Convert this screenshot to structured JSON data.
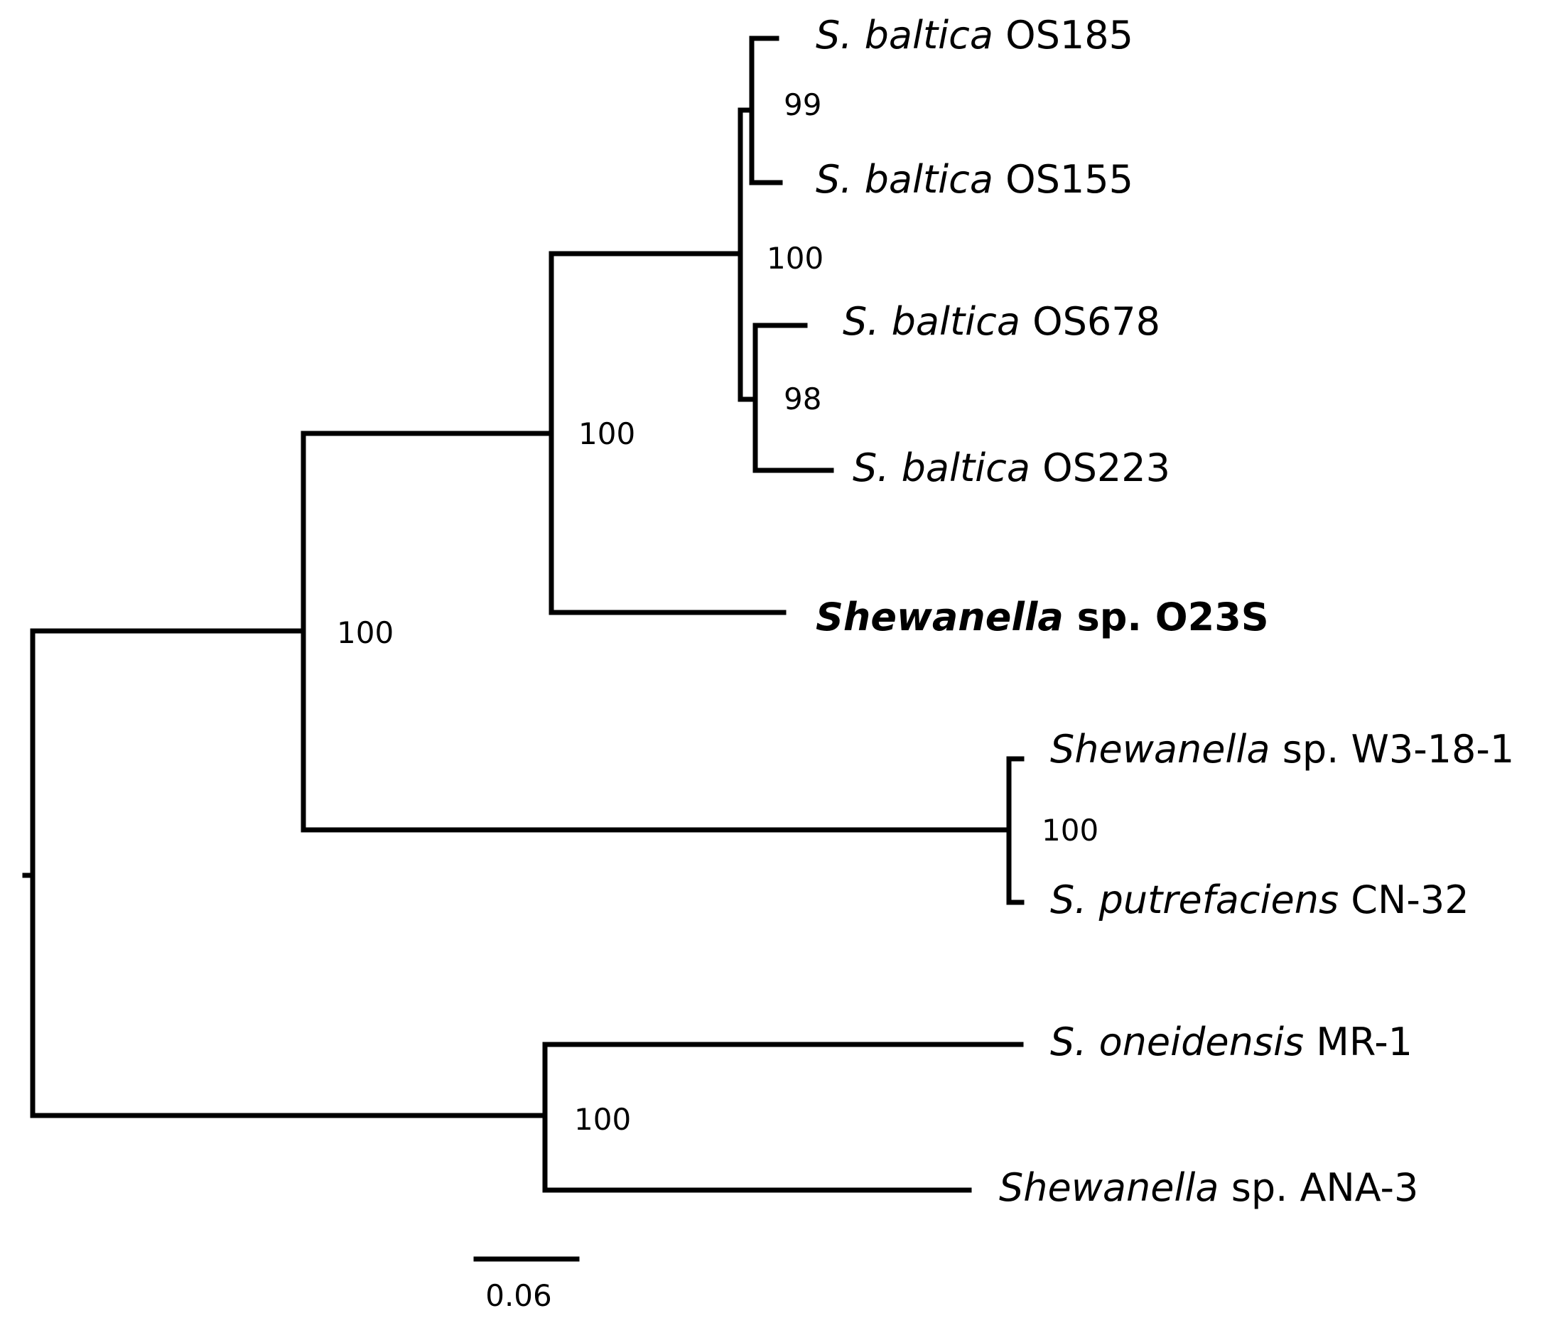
{
  "tree": {
    "taxa": [
      {
        "id": "t1",
        "italic": "S. baltica",
        "rest": "OS185",
        "bold": false
      },
      {
        "id": "t2",
        "italic": "S. baltica",
        "rest": "OS155",
        "bold": false
      },
      {
        "id": "t3",
        "italic": "S. baltica",
        "rest": "OS678",
        "bold": false
      },
      {
        "id": "t4",
        "italic": "S. baltica",
        "rest": "OS223",
        "bold": false
      },
      {
        "id": "t5",
        "italic": "Shewanella",
        "rest": "sp. O23S",
        "bold": true
      },
      {
        "id": "t6",
        "italic": "Shewanella",
        "rest": "sp. W3-18-1",
        "bold": false
      },
      {
        "id": "t7",
        "italic": "S. putrefaciens",
        "rest": "CN-32",
        "bold": false
      },
      {
        "id": "t8",
        "italic": "S. oneidensis",
        "rest": "MR-1",
        "bold": false
      },
      {
        "id": "t9",
        "italic": "Shewanella",
        "rest": "sp. ANA-3",
        "bold": false
      }
    ],
    "bootstrap": {
      "os185_os155": "99",
      "baltica_clade": "100",
      "os678_os223": "98",
      "baltica_o23s": "100",
      "root_left": "100",
      "w3_cn32": "100",
      "mr1_ana3": "100"
    },
    "scale_bar": {
      "label": "0.06",
      "value": 0.06
    }
  }
}
